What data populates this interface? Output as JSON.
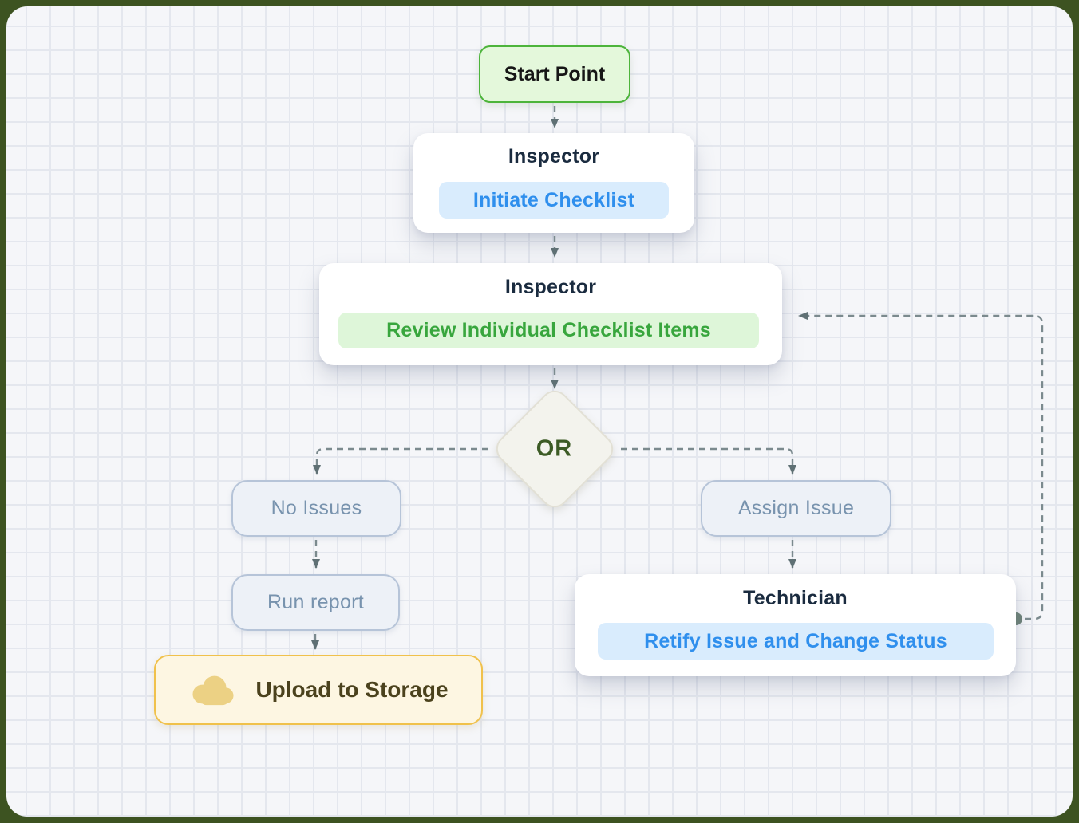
{
  "frame": {
    "border_color": "#3d5321",
    "canvas_bg": "#f5f6f9",
    "grid_line_color": "#e4e7ee",
    "connector_color": "#7b8a8e",
    "arrowhead_color": "#5f7074"
  },
  "nodes": {
    "start_point": {
      "label": "Start Point",
      "fill": "#e4f8db",
      "border": "#4db43b",
      "text_color": "#161616"
    },
    "inspector_initiate": {
      "title": "Inspector",
      "action": "Initiate Checklist",
      "badge_fill": "#d9ecfd",
      "badge_text_color": "#2f8fed"
    },
    "inspector_review": {
      "title": "Inspector",
      "action": "Review Individual Checklist Items",
      "badge_fill": "#def6d9",
      "badge_text_color": "#38a63d"
    },
    "or_gateway": {
      "label": "OR",
      "fill": "#f3f3ed",
      "border": "#e2e0d5",
      "text_color": "#3c5b25"
    },
    "no_issues": {
      "label": "No Issues",
      "fill": "#edf1f7",
      "border": "#b6c4d8",
      "text_color": "#7893ae"
    },
    "run_report": {
      "label": "Run report",
      "fill": "#edf1f7",
      "border": "#b6c4d8",
      "text_color": "#7893ae"
    },
    "assign_issue": {
      "label": "Assign Issue",
      "fill": "#edf1f7",
      "border": "#b6c4d8",
      "text_color": "#7893ae"
    },
    "technician_rectify": {
      "title": "Technician",
      "action": "Retify Issue and Change Status",
      "badge_fill": "#d9ecfd",
      "badge_text_color": "#2f8fed"
    },
    "upload_storage": {
      "label": "Upload to Storage",
      "icon": "cloud-icon",
      "icon_color": "#ecd184",
      "fill": "#fdf6e2",
      "border": "#f0c14b",
      "text_color": "#4b421d"
    }
  },
  "connections": [
    {
      "from": "start_point",
      "to": "inspector_initiate",
      "style": "dashed-arrow"
    },
    {
      "from": "inspector_initiate",
      "to": "inspector_review",
      "style": "dashed-arrow"
    },
    {
      "from": "inspector_review",
      "to": "or_gateway",
      "style": "dashed-arrow"
    },
    {
      "from": "or_gateway",
      "to": "no_issues",
      "style": "dashed-arrow"
    },
    {
      "from": "or_gateway",
      "to": "assign_issue",
      "style": "dashed-arrow"
    },
    {
      "from": "no_issues",
      "to": "run_report",
      "style": "dashed-arrow"
    },
    {
      "from": "run_report",
      "to": "upload_storage",
      "style": "dashed-arrow"
    },
    {
      "from": "assign_issue",
      "to": "technician_rectify",
      "style": "dashed-arrow"
    },
    {
      "from": "technician_rectify",
      "to": "inspector_review",
      "style": "dashed-arrow-feedback-loop"
    }
  ]
}
